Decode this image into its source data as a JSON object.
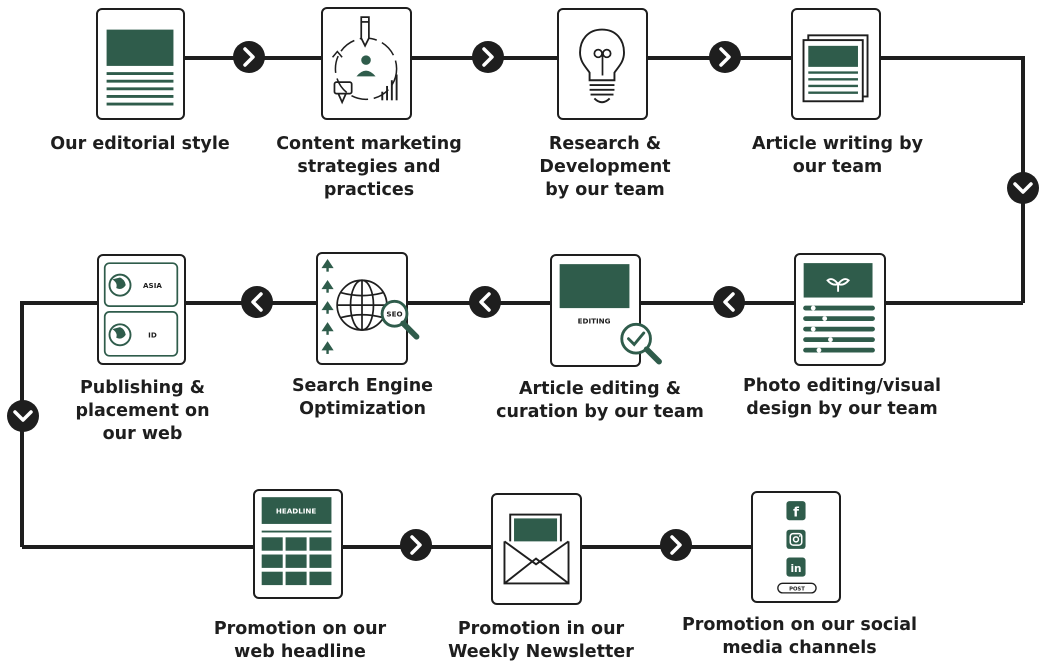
{
  "colors": {
    "accent": "#2f5c4b",
    "line": "#1e1e1e",
    "background": "#ffffff"
  },
  "steps": [
    {
      "label": "Our editorial style",
      "icon": "document-icon"
    },
    {
      "label": "Content marketing\nstrategies and\npractices",
      "icon": "marketing-cycle-icon"
    },
    {
      "label": "Research &\nDevelopment\nby our team",
      "icon": "lightbulb-icon"
    },
    {
      "label": "Article writing by\nour team",
      "icon": "newspaper-icon"
    },
    {
      "label": "Photo  editing/visual\ndesign by our team",
      "icon": "photo-design-icon"
    },
    {
      "label": "Article editing &\ncuration by our team",
      "icon": "editing-check-icon"
    },
    {
      "label": "Search  Engine\nOptimization",
      "icon": "seo-globe-icon"
    },
    {
      "label": "Publishing &\nplacement on\nour web",
      "icon": "publishing-regions-icon"
    },
    {
      "label": "Promotion on our\nweb headline",
      "icon": "headline-grid-icon"
    },
    {
      "label": "Promotion in our\nWeekly Newsletter",
      "icon": "newsletter-envelope-icon"
    },
    {
      "label": "Promotion on our social\nmedia channels",
      "icon": "social-media-icon"
    }
  ],
  "icon_text": {
    "editing": "EDITING",
    "seo": "SEO",
    "asia": "ASIA",
    "id": "ID",
    "headline": "HEADLINE",
    "post": "POST",
    "facebook": "f",
    "linkedin": "in"
  }
}
